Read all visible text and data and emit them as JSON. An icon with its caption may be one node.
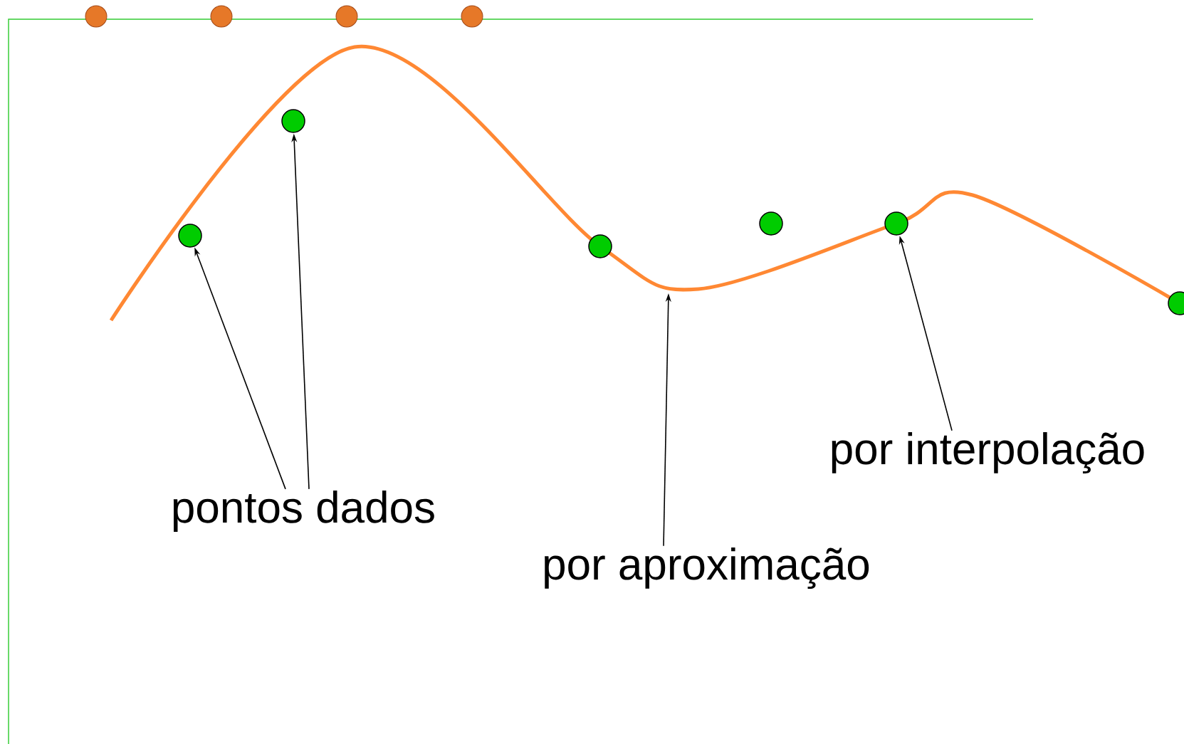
{
  "diagram": {
    "nodes": [
      {
        "text": [],
        "shape": "circle"
      },
      {
        "text": [],
        "shape": "circle"
      },
      {
        "text": [],
        "shape": "circle"
      },
      {
        "text": [],
        "shape": "circle"
      },
      {
        "text": [],
        "shape": "circle"
      },
      {
        "text": [],
        "shape": "circle"
      },
      {
        "text": [
          "por interpolação"
        ]
      },
      {
        "text": [
          "pontos dados"
        ]
      },
      {
        "text": [
          "por aproximação"
        ]
      }
    ],
    "edges": [
      {
        "from": 7,
        "to": 0,
        "arrow": "to"
      },
      {
        "from": 7,
        "to": 1,
        "arrow": "to"
      },
      {
        "from": 8,
        "to": null,
        "arrow": "to"
      },
      {
        "from": 6,
        "to": 4,
        "arrow": "to"
      }
    ]
  }
}
